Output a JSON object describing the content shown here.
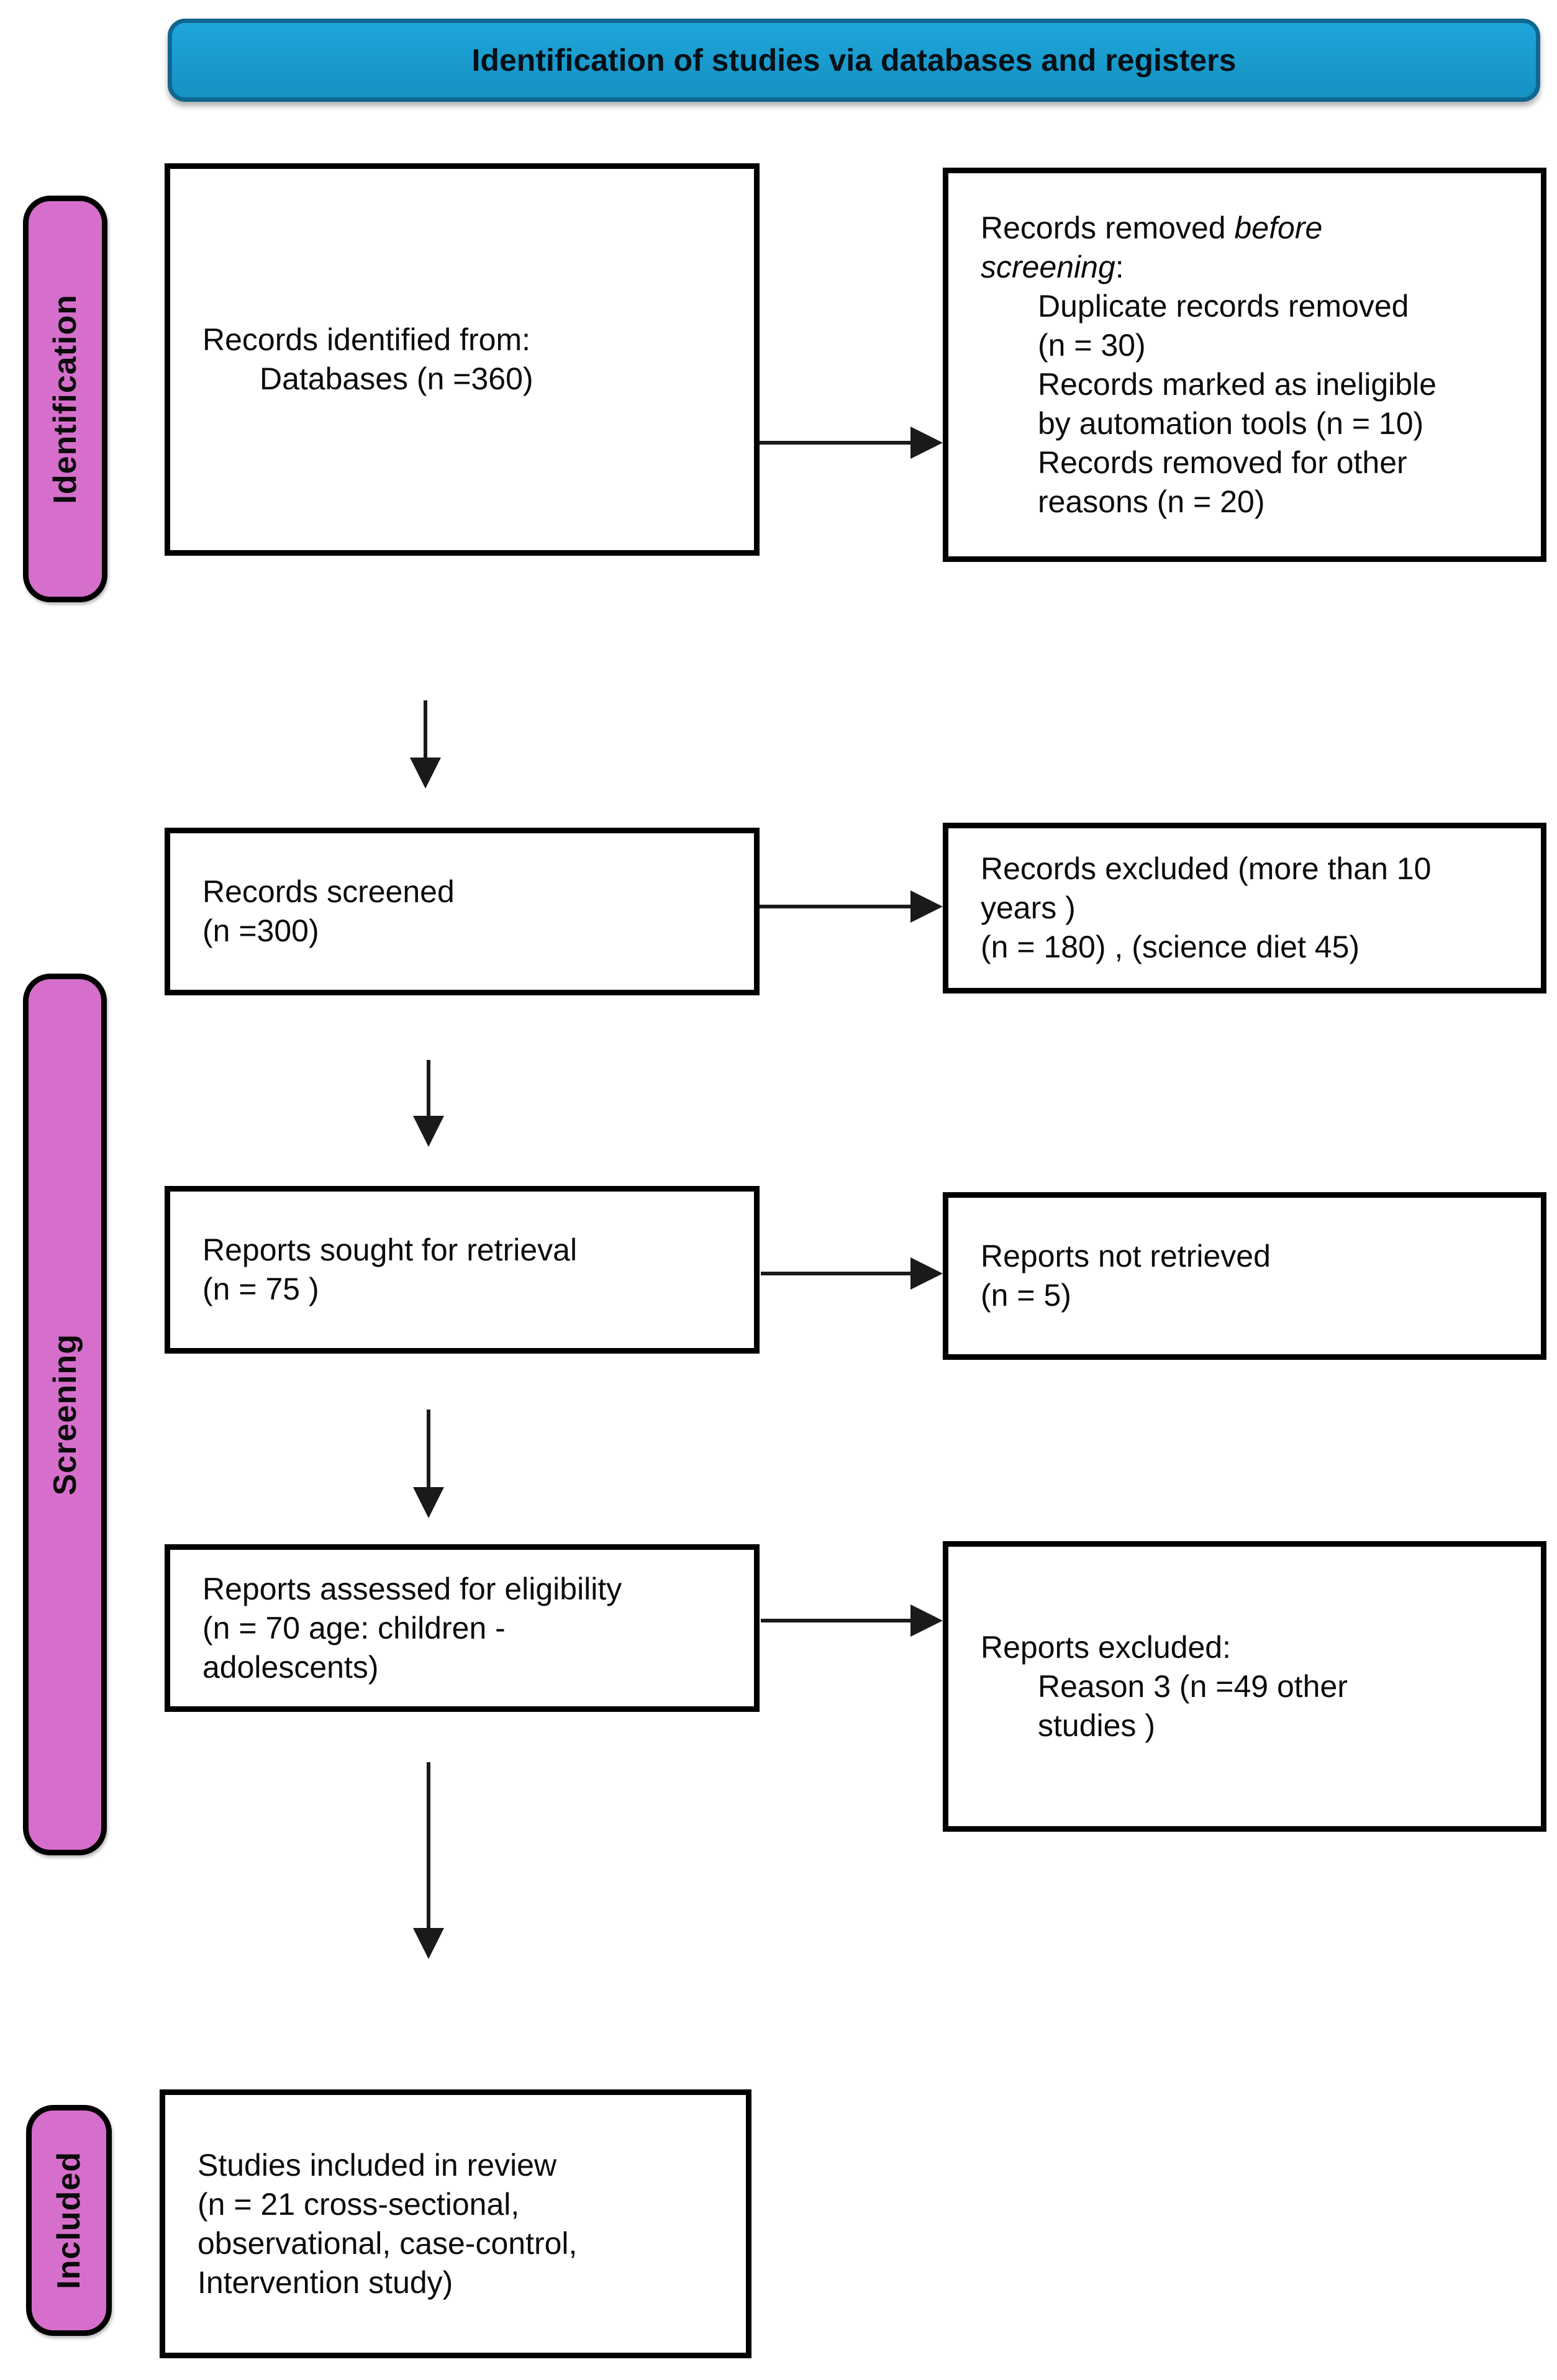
{
  "header": {
    "title": "Identification of studies via databases and registers"
  },
  "colors": {
    "banner_fill": "#1a9cd2",
    "banner_border": "#10678f",
    "stage_label_fill": "#d66fcb",
    "box_border": "#000000",
    "arrow_color": "#1a1a1a"
  },
  "stages": {
    "identification": "Identification",
    "screening": "Screening",
    "included": "Included"
  },
  "boxes": {
    "records_identified": {
      "lines": [
        "Records identified from:",
        "Databases (n =360)"
      ]
    },
    "records_removed": {
      "l1a": "Records removed ",
      "l1b": "before",
      "l2a": "screening",
      "l2b": ":",
      "items": [
        "Duplicate records removed",
        "(n = 30)",
        "Records marked as ineligible",
        "by automation tools (n = 10)",
        "Records removed for other",
        "reasons (n = 20)"
      ]
    },
    "records_screened": {
      "lines": [
        "Records screened",
        "(n =300)"
      ]
    },
    "records_excluded": {
      "lines": [
        "Records excluded (more than 10",
        "years )",
        "(n = 180) , (science diet 45)"
      ]
    },
    "reports_sought": {
      "lines": [
        "Reports sought for retrieval",
        "(n = 75 )"
      ]
    },
    "reports_not_retrieved": {
      "lines": [
        "Reports not retrieved",
        "(n = 5)"
      ]
    },
    "reports_assessed": {
      "lines": [
        "Reports assessed for eligibility",
        "(n = 70 age: children -",
        "adolescents)"
      ]
    },
    "reports_excluded": {
      "heading": "Reports excluded:",
      "items": [
        "Reason 3 (n =49 other",
        "studies )"
      ]
    },
    "studies_included": {
      "lines": [
        "Studies included in review",
        "(n = 21 cross-sectional,",
        "observational, case-control,",
        "Intervention study)"
      ]
    }
  }
}
